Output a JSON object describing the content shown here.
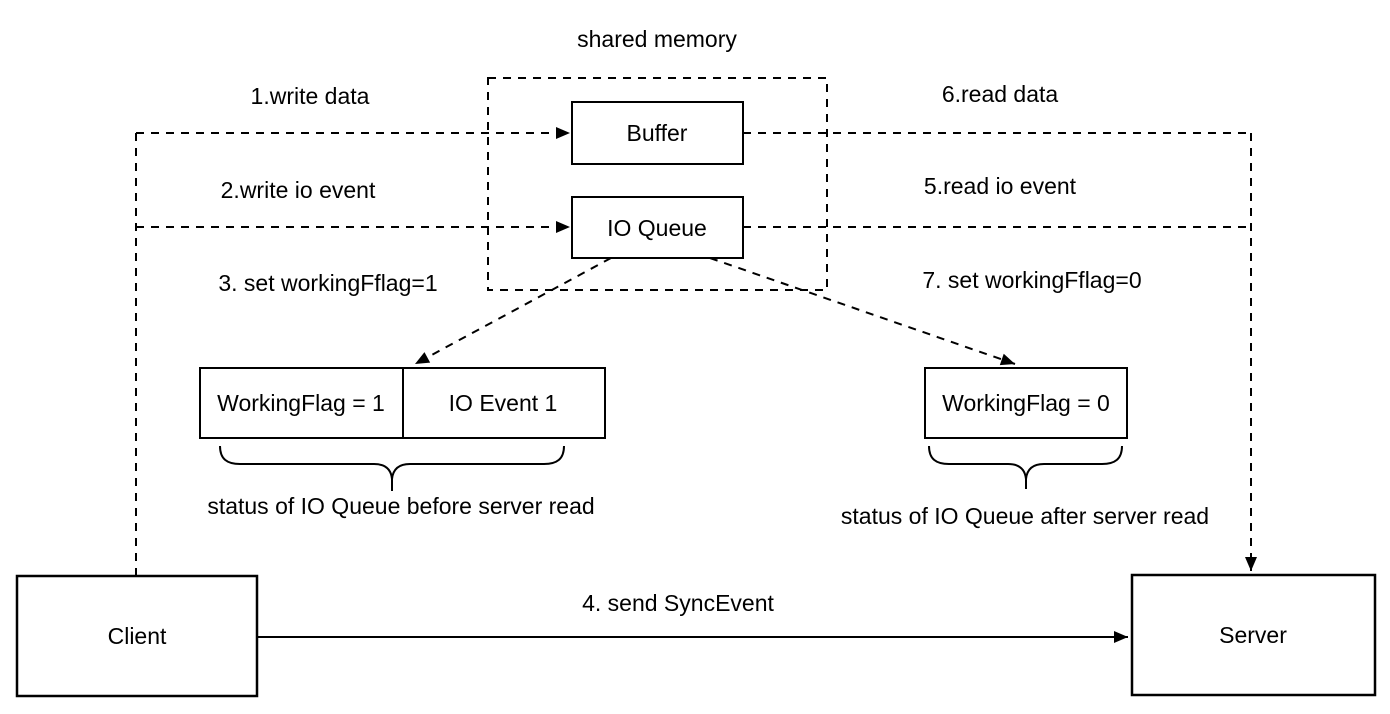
{
  "title": "shared memory",
  "nodes": {
    "buffer": "Buffer",
    "io_queue": "IO Queue",
    "client": "Client",
    "server": "Server"
  },
  "status_before": {
    "working_flag": "WorkingFlag = 1",
    "io_event": "IO Event 1",
    "caption": "status of IO Queue before server read"
  },
  "status_after": {
    "working_flag": "WorkingFlag = 0",
    "caption": "status of IO Queue after server read"
  },
  "steps": {
    "write_data": "1.write data",
    "write_io_event": "2.write io event",
    "set_workingflag_1": "3. set workingFflag=1",
    "send_syncevent": "4. send SyncEvent",
    "read_io_event": "5.read io event",
    "read_data": "6.read data",
    "set_workingflag_0": "7. set workingFflag=0"
  },
  "colors": {
    "stroke": "#000000",
    "background": "#ffffff"
  }
}
